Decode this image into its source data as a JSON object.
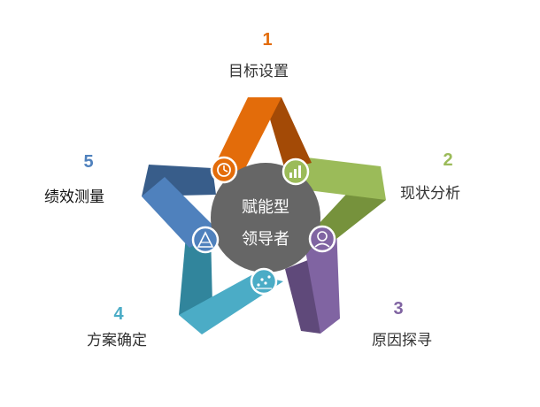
{
  "center": {
    "line1": "赋能型",
    "line2": "领导者",
    "color": "#666666"
  },
  "steps": [
    {
      "number": "1",
      "label": "目标设置",
      "color": "#E36C0A",
      "dark": "#A34A06",
      "icon": "clock-refresh-icon"
    },
    {
      "number": "2",
      "label": "现状分析",
      "color": "#9BBB59",
      "dark": "#76923C",
      "icon": "bar-chart-icon"
    },
    {
      "number": "3",
      "label": "原因探寻",
      "color": "#8064A2",
      "dark": "#5F497A",
      "icon": "person-dollar-icon"
    },
    {
      "number": "4",
      "label": "方案确定",
      "color": "#4BACC6",
      "dark": "#31859C",
      "icon": "scatter-chart-icon"
    },
    {
      "number": "5",
      "label": "绩效测量",
      "color": "#4F81BD",
      "dark": "#385D8A",
      "icon": "pyramid-icon"
    }
  ]
}
